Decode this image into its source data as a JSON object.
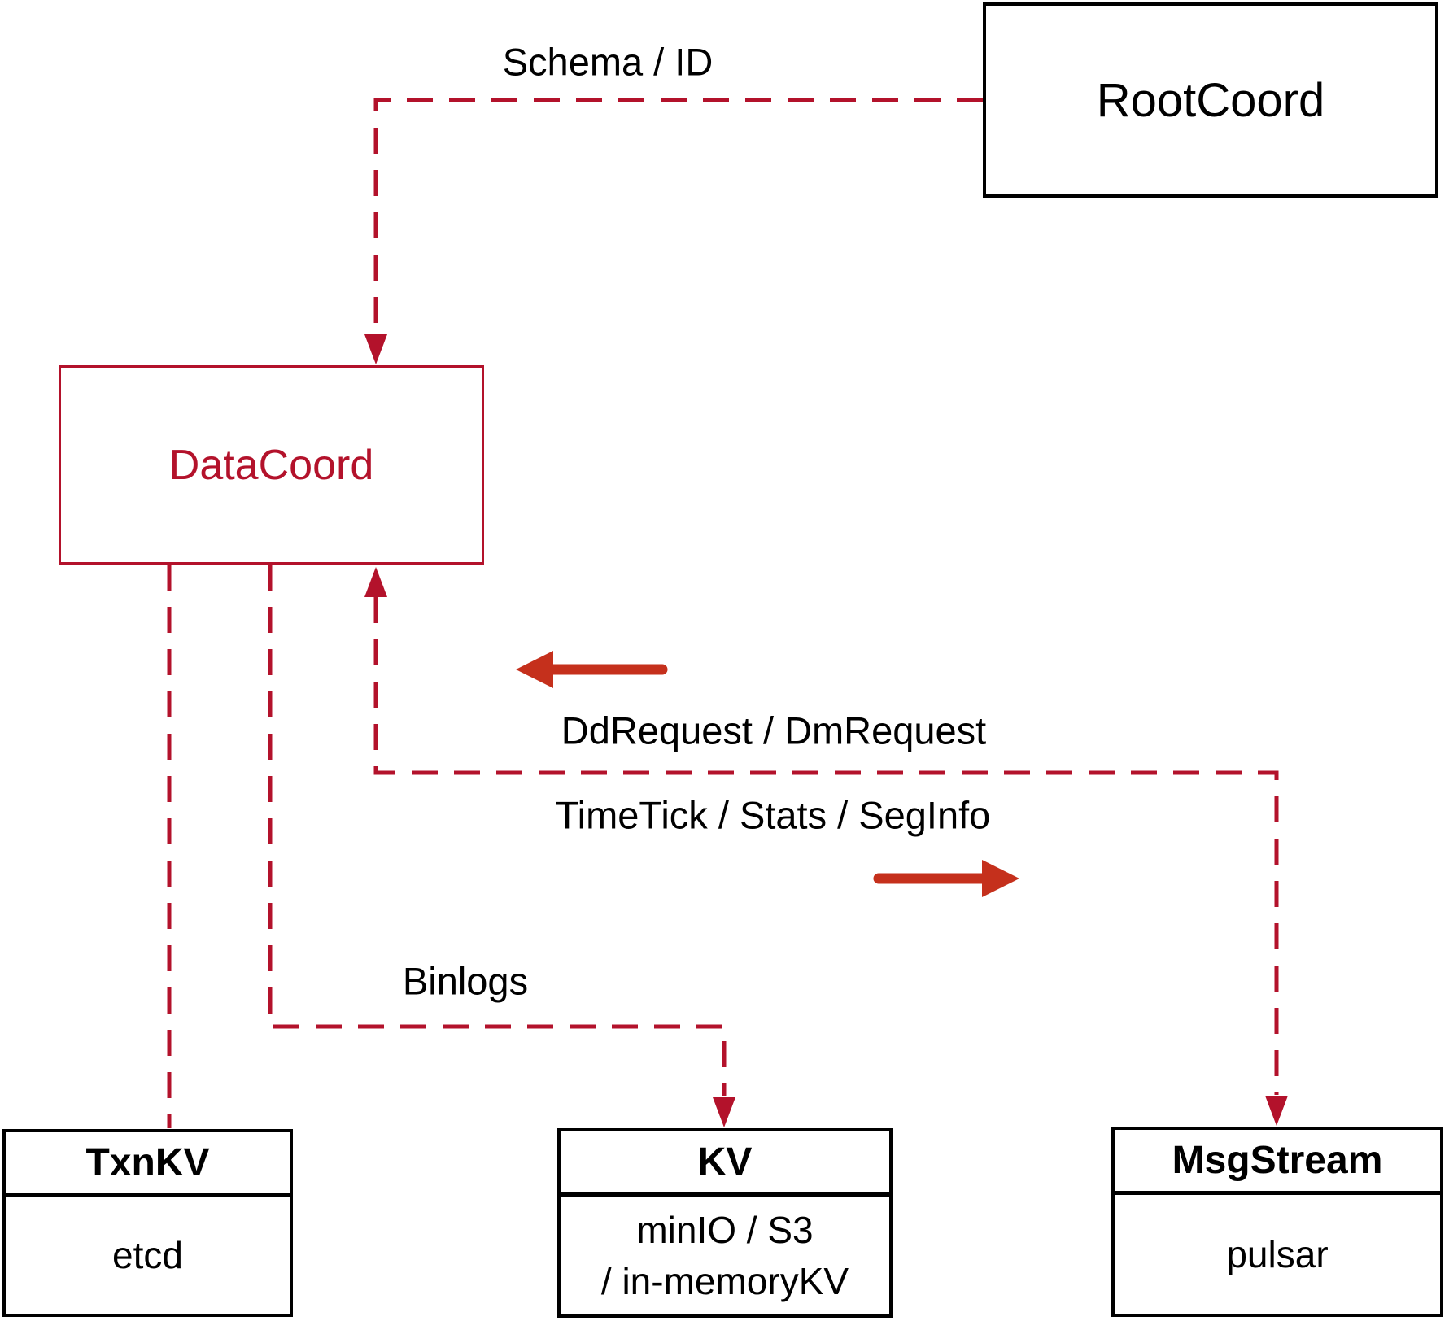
{
  "diagram": {
    "nodes": {
      "rootcoord": {
        "label": "RootCoord"
      },
      "datacoord": {
        "label": "DataCoord"
      },
      "txnkv": {
        "title": "TxnKV",
        "subtitle": "etcd"
      },
      "kv": {
        "title": "KV",
        "subtitle_line1": "minIO / S3",
        "subtitle_line2": "/ in-memoryKV"
      },
      "msgstream": {
        "title": "MsgStream",
        "subtitle": "pulsar"
      }
    },
    "edge_labels": {
      "schema_id": "Schema / ID",
      "dd_dm_request": "DdRequest / DmRequest",
      "timetick_stats_seginfo": "TimeTick / Stats / SegInfo",
      "binlogs": "Binlogs"
    },
    "colors": {
      "wire_dark_red": "#b3122b",
      "arrow_bright_red": "#c5301c",
      "node_border_black": "#000000",
      "background": "#ffffff"
    }
  }
}
